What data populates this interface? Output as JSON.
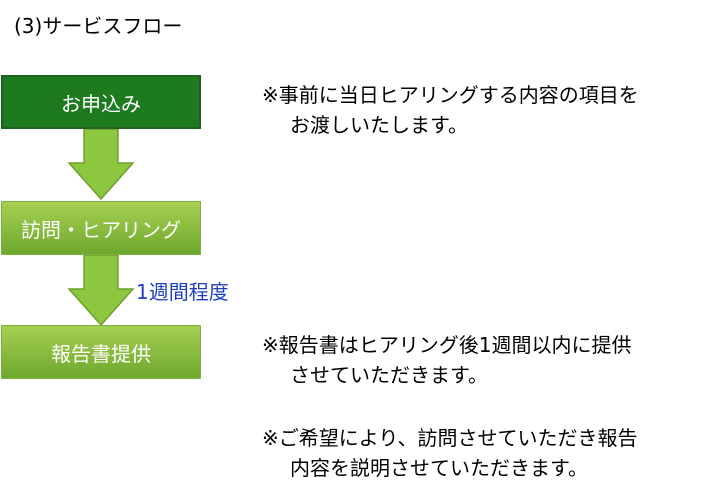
{
  "title": "(3)サービスフロー",
  "colors": {
    "box_dark": "#1e7a1e",
    "box_dark_border": "#1f5f1f",
    "box_light_top": "#a6d052",
    "box_light_bottom": "#6ea82e",
    "box_light_border": "#7db33c",
    "arrow_fill": "#8dc63f",
    "arrow_stroke": "#6f9e2f",
    "duration_text": "#1f3fbf"
  },
  "steps": [
    {
      "label": "お申込み",
      "style": "dark"
    },
    {
      "label": "訪問・ヒアリング",
      "style": "light"
    },
    {
      "label": "報告書提供",
      "style": "light"
    }
  ],
  "arrows": [
    {
      "icon": "down-arrow-icon"
    },
    {
      "icon": "down-arrow-icon",
      "label": "1週間程度"
    }
  ],
  "notes": [
    {
      "line1": "※事前に当日ヒアリングする内容の項目を",
      "line2": "お渡しいたします。"
    },
    {
      "line1": "※報告書はヒアリング後1週間以内に提供",
      "line2": "させていただきます。"
    },
    {
      "line1": "※ご希望により、訪問させていただき報告",
      "line2": "内容を説明させていただきます。"
    }
  ]
}
